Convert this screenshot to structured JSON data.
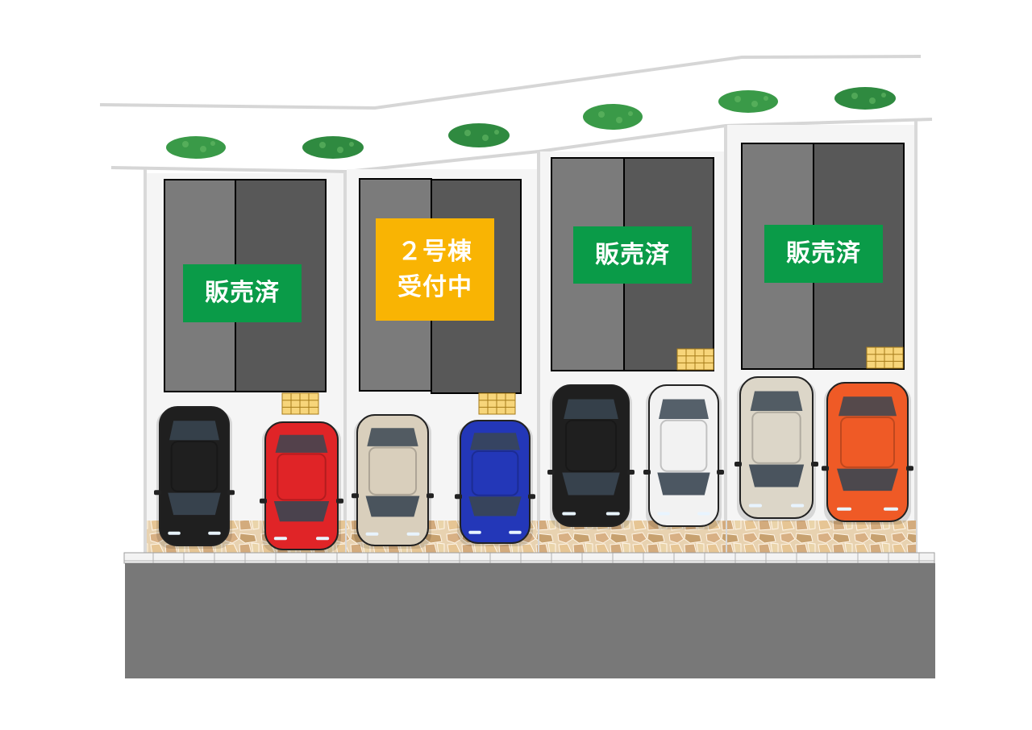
{
  "lots": [
    {
      "name": "lot-1",
      "status": "sold",
      "label_lines": [
        "販売済"
      ],
      "car_colors": [
        "#1f1f1f",
        "#e02427"
      ]
    },
    {
      "name": "lot-2",
      "status": "accepting",
      "label_lines": [
        "２号棟",
        "受付中"
      ],
      "car_colors": [
        "#d9cfbc",
        "#2337b8"
      ]
    },
    {
      "name": "lot-3",
      "status": "sold",
      "label_lines": [
        "販売済"
      ],
      "car_colors": [
        "#1f1f1f",
        "#f2f2f2"
      ]
    },
    {
      "name": "lot-4",
      "status": "sold",
      "label_lines": [
        "販売済"
      ],
      "car_colors": [
        "#dcd6c8",
        "#ef5a26"
      ]
    }
  ],
  "colors": {
    "sold_label": "#0a9b48",
    "accepting_label": "#f9b403",
    "roof_light": "#7b7b7b",
    "roof_dark": "#585858",
    "road": "#787878",
    "window_grid": "#f7d57a",
    "hedge": "#3a9a48"
  }
}
